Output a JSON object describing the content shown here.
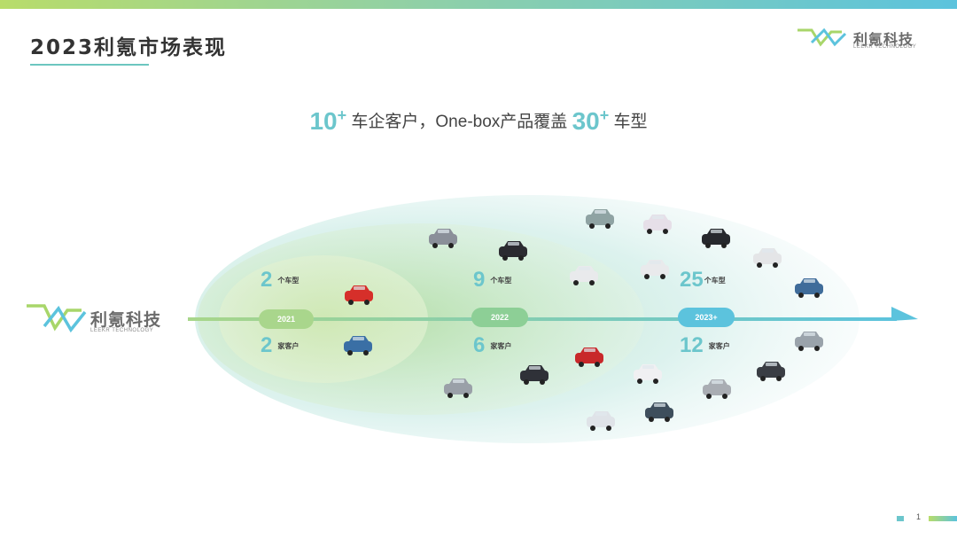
{
  "header": {
    "title": "2023利氪市场表现"
  },
  "brand": {
    "name": "利氪科技",
    "subtitle": "LEEKR TECHNOLOGY"
  },
  "headline": {
    "customers_num": "10",
    "customers_plus": "+",
    "customers_text": "车企客户，One-box产品覆盖",
    "models_num": "30",
    "models_plus": "+",
    "models_text": "车型"
  },
  "timeline": [
    {
      "year": "2021",
      "models_num": "2",
      "models_unit": "个车型",
      "customers_num": "2",
      "customers_unit": "家客户"
    },
    {
      "year": "2022",
      "models_num": "9",
      "models_unit": "个车型",
      "customers_num": "6",
      "customers_unit": "家客户"
    },
    {
      "year": "2023+",
      "models_num": "25",
      "models_unit": "个车型",
      "customers_num": "12",
      "customers_unit": "家客户"
    }
  ],
  "colors": {
    "accent_teal": "#6cc6cc",
    "accent_green": "#a8d68a",
    "arrow_blue": "#5cc3dd"
  },
  "footer": {
    "page_number": "1"
  }
}
